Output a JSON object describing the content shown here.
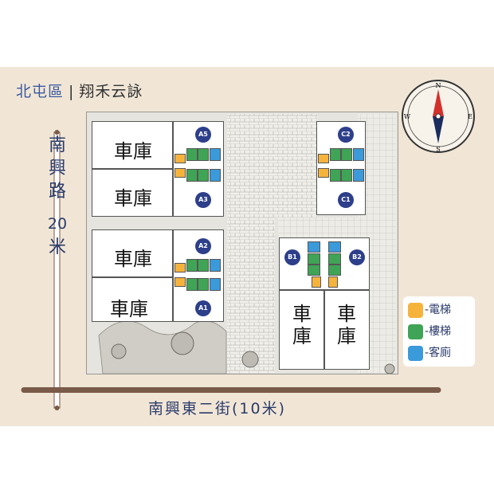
{
  "header": {
    "district": "北屯區",
    "separator": "|",
    "project": "翔禾云詠"
  },
  "roads": {
    "west": "南興路 20米",
    "west_lines": [
      "南",
      "興",
      "路",
      "",
      "20",
      "米"
    ],
    "south": "南興東二街(10米)"
  },
  "garage_label": "車庫",
  "unit_tags": [
    "A5",
    "A3",
    "A2",
    "A1",
    "C2",
    "C1",
    "B1",
    "B2"
  ],
  "legend": [
    {
      "label": "電梯",
      "color": "#f6b33c"
    },
    {
      "label": "樓梯",
      "color": "#3fa455"
    },
    {
      "label": "客廁",
      "color": "#3b9ad9"
    }
  ],
  "compass": {
    "n": "N",
    "s": "S",
    "e": "E",
    "w": "W"
  },
  "colors": {
    "band": "#f1e6d6",
    "tag": "#2d3f8a",
    "road_text": "#2b3b6b",
    "road_line": "#7a5a48"
  }
}
